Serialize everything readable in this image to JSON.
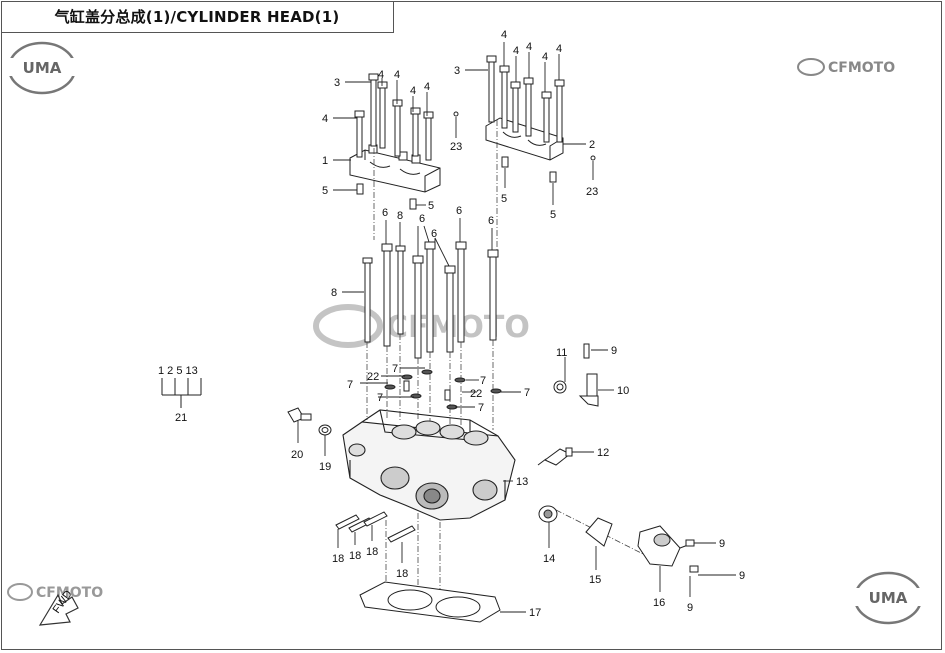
{
  "title": "气缸盖分总成(1)/CYLINDER HEAD(1)",
  "logos": {
    "uma": "UMA",
    "cfmoto": "CFMOTO"
  },
  "fwd_label": "FWD",
  "group_label": {
    "members": "1 2 5 13",
    "total": "21"
  },
  "callouts": {
    "c3a": "3",
    "c4a": "4",
    "c4b": "4",
    "c4c": "4",
    "c4d": "4",
    "c4e": "4",
    "c1": "1",
    "c5a": "5",
    "c5b": "5",
    "c3b": "3",
    "c4f": "4",
    "c4g": "4",
    "c4h": "4",
    "c4i": "4",
    "c4j": "4",
    "c2": "2",
    "c23a": "23",
    "c23b": "23",
    "c5c": "5",
    "c5d": "5",
    "c6a": "6",
    "c8a": "8",
    "c6b": "6",
    "c6c": "6",
    "c6d": "6",
    "c6e": "6",
    "c8b": "8",
    "c11": "11",
    "c9a": "9",
    "c10": "10",
    "c7a": "7",
    "c22a": "22",
    "c7b": "7",
    "c7c": "7",
    "c7d": "7",
    "c22b": "22",
    "c7e": "7",
    "c7f": "7",
    "c20": "20",
    "c19": "19",
    "c12": "12",
    "c13": "13",
    "c18a": "18",
    "c18b": "18",
    "c18c": "18",
    "c18d": "18",
    "c14": "14",
    "c15": "15",
    "c16": "16",
    "c9b": "9",
    "c9c": "9",
    "c9d": "9",
    "c17": "17"
  }
}
